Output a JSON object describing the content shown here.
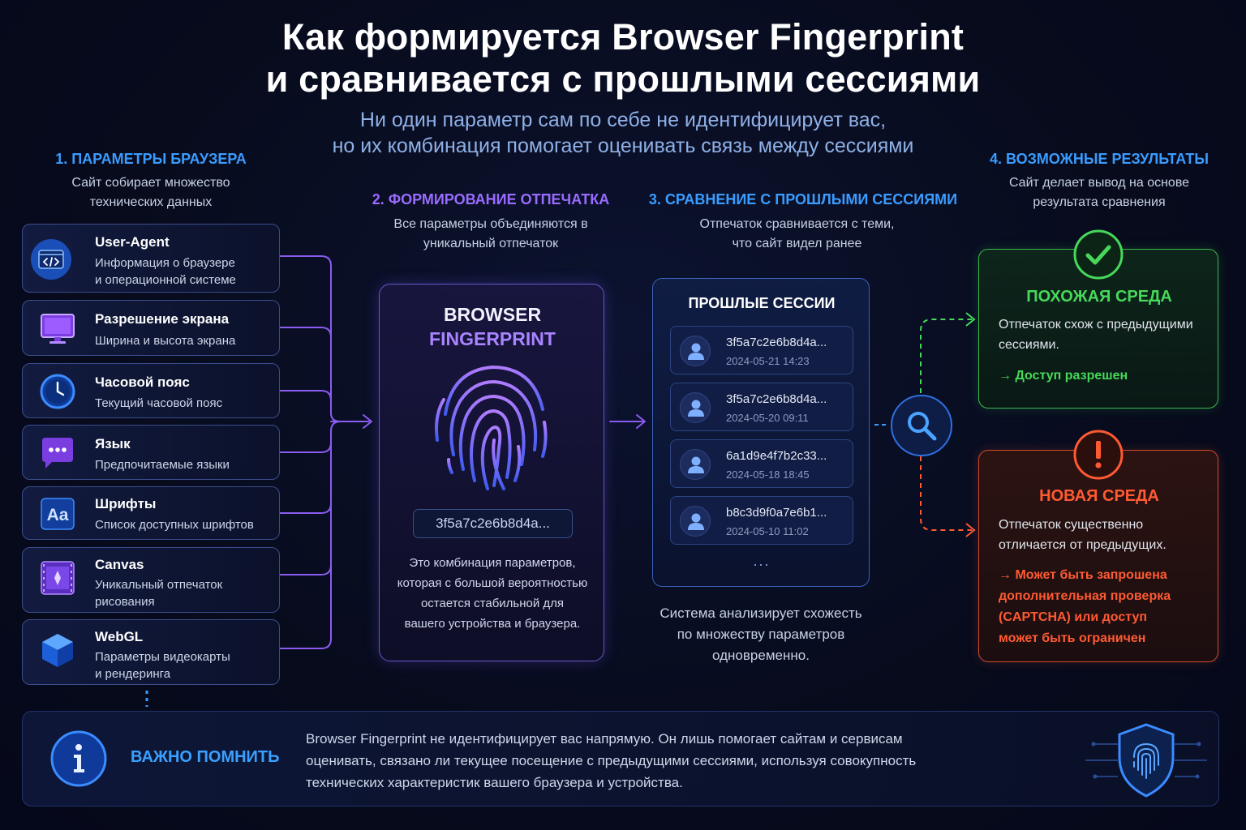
{
  "title": {
    "line1": "Как формируется Browser Fingerprint",
    "line2": "и сравнивается с прошлыми сессиями"
  },
  "subtitle": {
    "line1": "Ни один параметр сам по себе не идентифицирует вас,",
    "line2": "но их комбинация помогает оценивать связь между сессиями"
  },
  "colors": {
    "step1": "#3a9cff",
    "step2": "#9a6bff",
    "step3": "#3a9cff",
    "step4": "#3a9cff",
    "ok": "#47d85a",
    "new": "#ff5a33"
  },
  "step1": {
    "heading": "1. ПАРАМЕТРЫ БРАУЗЕРА",
    "desc_line1": "Сайт собирает множество",
    "desc_line2": "технических данных",
    "params": [
      {
        "name": "User-Agent",
        "desc1": "Информация о браузере",
        "desc2": "и операционной системе",
        "icon": "code-window-icon"
      },
      {
        "name": "Разрешение экрана",
        "desc1": "Ширина и высота экрана",
        "desc2": "",
        "icon": "monitor-icon"
      },
      {
        "name": "Часовой пояс",
        "desc1": "Текущий часовой пояс",
        "desc2": "",
        "icon": "clock-icon"
      },
      {
        "name": "Язык",
        "desc1": "Предпочитаемые языки",
        "desc2": "",
        "icon": "chat-bubble-icon"
      },
      {
        "name": "Шрифты",
        "desc1": "Список доступных шрифтов",
        "desc2": "",
        "icon": "font-aa-icon"
      },
      {
        "name": "Canvas",
        "desc1": "Уникальный отпечаток",
        "desc2": "рисования",
        "icon": "canvas-icon"
      },
      {
        "name": "WebGL",
        "desc1": "Параметры видеокарты",
        "desc2": "и рендеринга",
        "icon": "cube-icon"
      }
    ]
  },
  "step2": {
    "heading": "2. ФОРМИРОВАНИЕ ОТПЕЧАТКА",
    "desc_line1": "Все параметры объединяются в",
    "desc_line2": "уникальный отпечаток",
    "box_title1": "BROWSER",
    "box_title2": "FINGERPRINT",
    "hash": "3f5a7c2e6b8d4a...",
    "note1": "Это комбинация параметров,",
    "note2": "которая с большой вероятностью",
    "note3": "остается стабильной для",
    "note4": "вашего устройства и браузера."
  },
  "step3": {
    "heading": "3. СРАВНЕНИЕ С ПРОШЛЫМИ СЕССИЯМИ",
    "desc_line1": "Отпечаток сравнивается с теми,",
    "desc_line2": "что сайт видел ранее",
    "box_title": "ПРОШЛЫЕ СЕССИИ",
    "sessions": [
      {
        "hash": "3f5a7c2e6b8d4a...",
        "date": "2024-05-21 14:23"
      },
      {
        "hash": "3f5a7c2e6b8d4a...",
        "date": "2024-05-20 09:11"
      },
      {
        "hash": "6a1d9e4f7b2c33...",
        "date": "2024-05-18 18:45"
      },
      {
        "hash": "b8c3d9f0a7e6b1...",
        "date": "2024-05-10 11:02"
      }
    ],
    "more": "...",
    "note1": "Система анализирует схожесть",
    "note2": "по множеству параметров",
    "note3": "одновременно."
  },
  "step4": {
    "heading": "4. ВОЗМОЖНЫЕ РЕЗУЛЬТАТЫ",
    "desc_line1": "Сайт делает вывод на основе",
    "desc_line2": "результата сравнения",
    "ok": {
      "title": "ПОХОЖАЯ СРЕДА",
      "desc1": "Отпечаток схож с предыдущими",
      "desc2": "сессиями.",
      "action": "→ Доступ разрешен"
    },
    "new": {
      "title": "НОВАЯ СРЕДА",
      "desc1": "Отпечаток существенно",
      "desc2": "отличается от предыдущих.",
      "action1": "→ Может быть запрошена",
      "action2": "дополнительная проверка",
      "action3": "(CAPTCHA) или доступ",
      "action4": "может быть ограничен"
    }
  },
  "bottom": {
    "title": "ВАЖНО ПОМНИТЬ",
    "line1": "Browser Fingerprint не идентифицирует вас напрямую. Он лишь помогает сайтам и сервисам",
    "line2": "оценивать, связано ли текущее посещение с предыдущими сессиями, используя совокупность",
    "line3": "технических характеристик вашего браузера и устройства."
  }
}
